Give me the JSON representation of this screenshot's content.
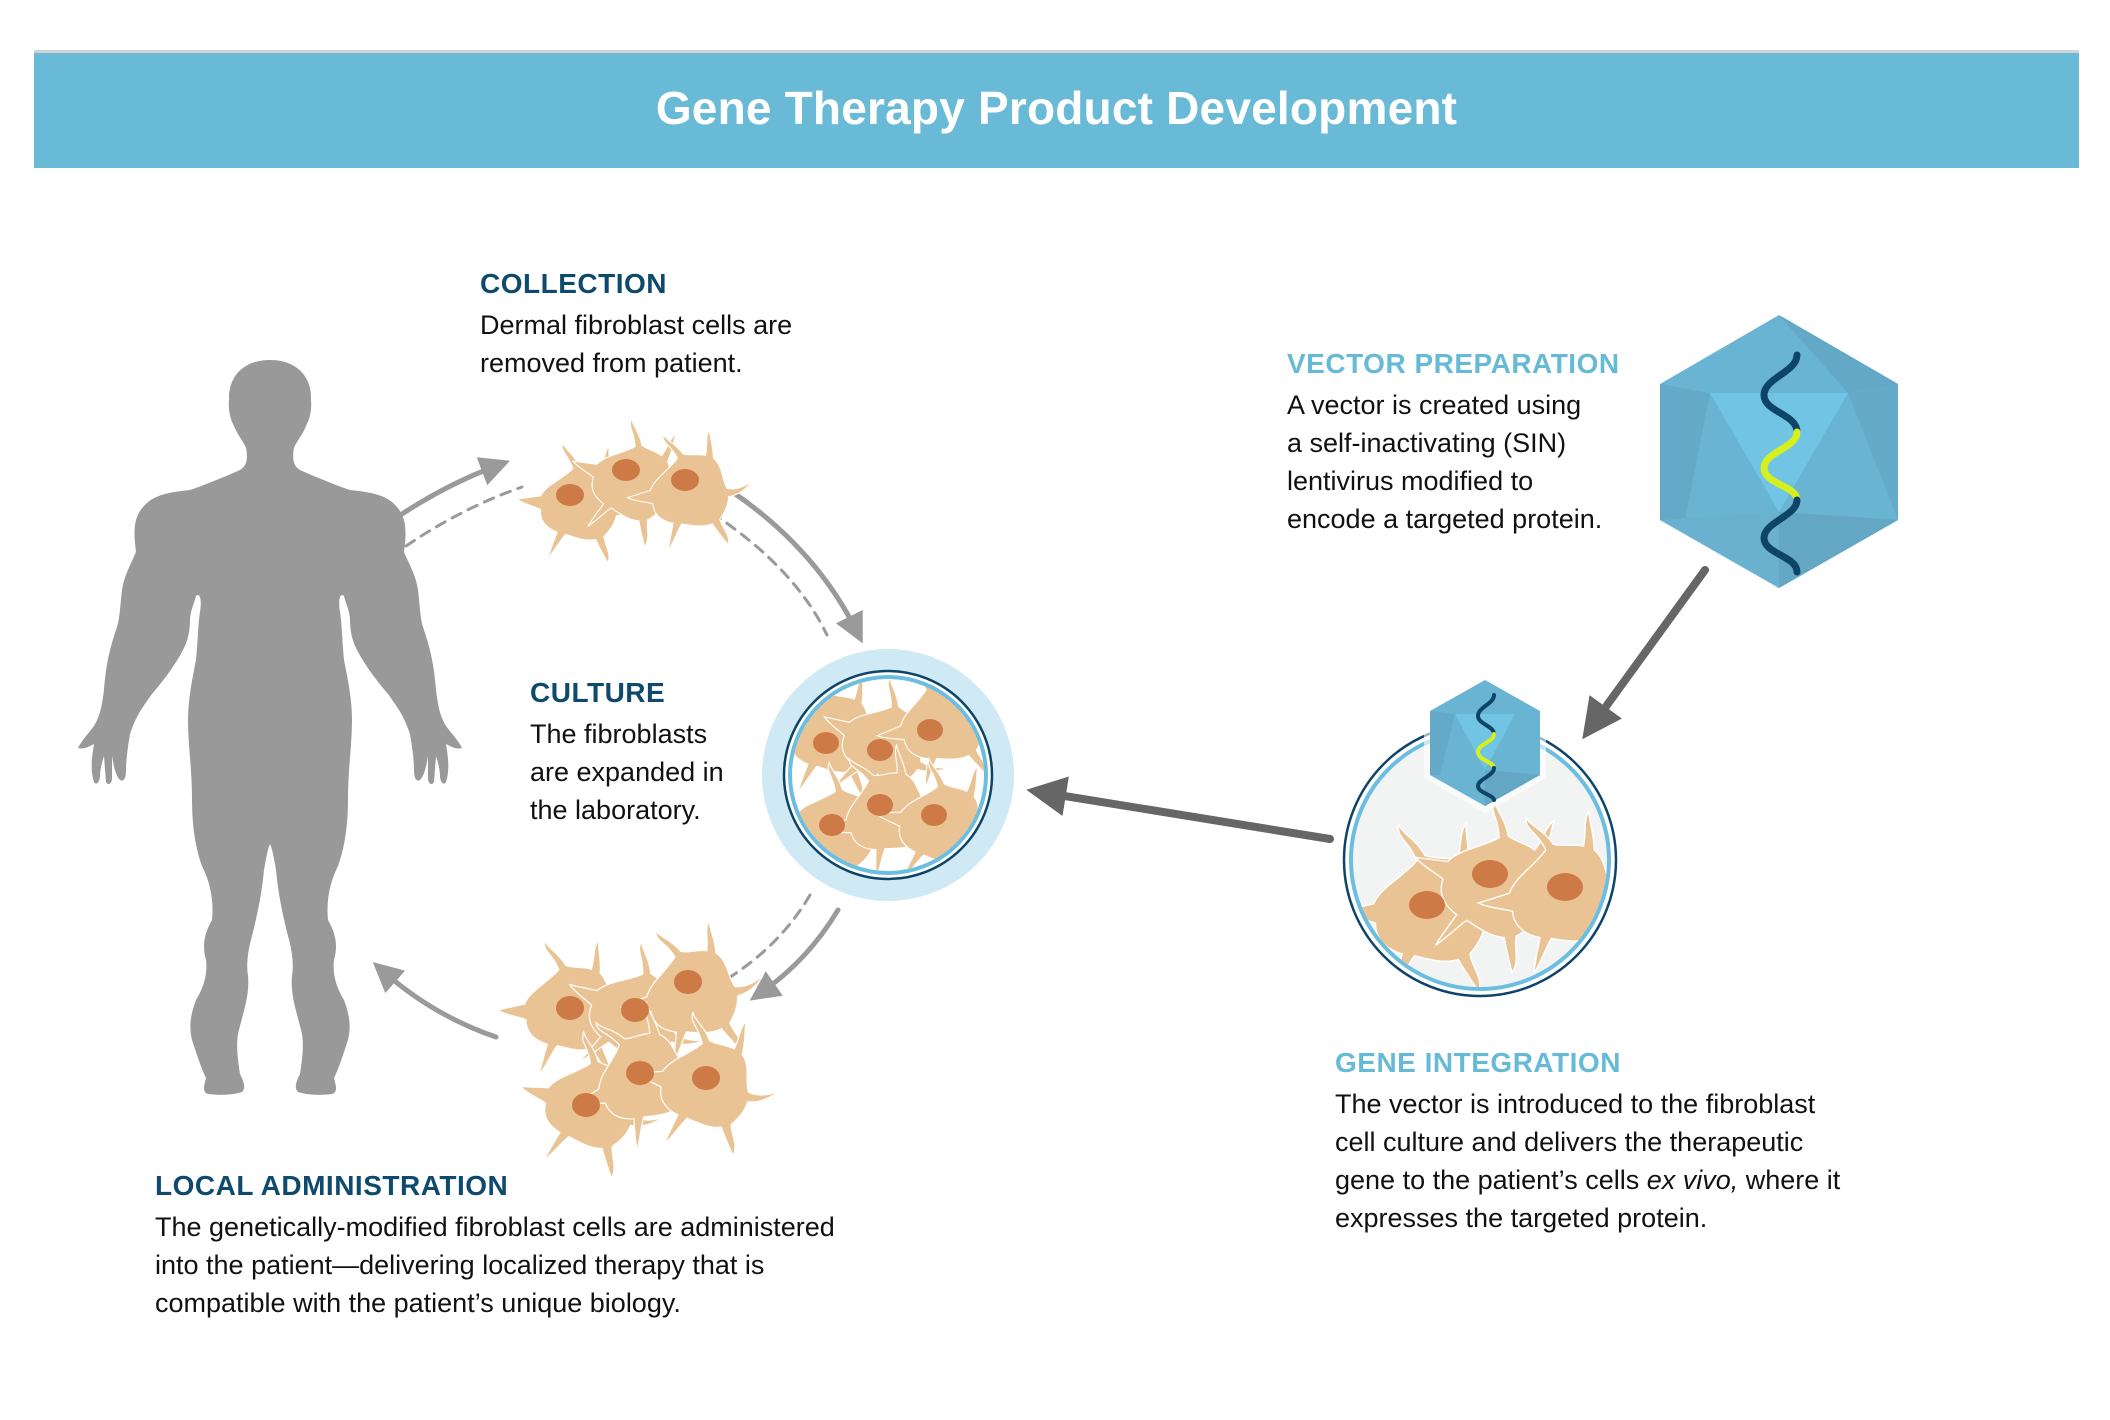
{
  "header": {
    "title": "Gene Therapy Product Development"
  },
  "colors": {
    "banner": "#69BAD6",
    "title_dark": "#0E4A6E",
    "title_light": "#66BAD6",
    "cell_body": "#E9C393",
    "cell_nucleus": "#CE7A47",
    "human": "#999999",
    "arrow_light": "#9A9A9A",
    "arrow_dark": "#666666",
    "vector_hex": "#69B4D3",
    "dna_strand": "#0E4467",
    "dna_insert": "#D5F01E"
  },
  "steps": {
    "collection": {
      "title": "COLLECTION",
      "body_lines": [
        "Dermal fibroblast cells are",
        "removed from patient."
      ]
    },
    "culture": {
      "title": "CULTURE",
      "body_lines": [
        "The fibroblasts",
        "are expanded in",
        "the laboratory."
      ]
    },
    "local_administration": {
      "title": "LOCAL ADMINISTRATION",
      "body_lines": [
        "The genetically-modified fibroblast cells are administered",
        "into the patient—delivering localized therapy that is",
        "compatible with the patient’s unique biology."
      ]
    },
    "vector_preparation": {
      "title": "VECTOR PREPARATION",
      "body_lines": [
        "A vector is created using",
        "a self-inactivating (SIN)",
        "lentivirus modified to",
        "encode a targeted protein."
      ]
    },
    "gene_integration": {
      "title": "GENE INTEGRATION",
      "body_lines": [
        "The vector is introduced to the fibroblast",
        "cell culture and delivers the therapeutic"
      ],
      "line3_before": "gene to the patient’s cells ",
      "line3_italic": "ex vivo,",
      "line3_after": " where it",
      "line4": "expresses the targeted protein."
    }
  },
  "flow": [
    {
      "from": "patient",
      "to": "collection",
      "style": "solid"
    },
    {
      "from": "collection",
      "to": "culture",
      "style": "solid"
    },
    {
      "from": "culture",
      "to": "local_administration",
      "style": "solid"
    },
    {
      "from": "local_administration",
      "to": "patient",
      "style": "solid"
    },
    {
      "from": "vector_preparation",
      "to": "gene_integration",
      "style": "solid"
    },
    {
      "from": "gene_integration",
      "to": "culture",
      "style": "solid"
    }
  ]
}
